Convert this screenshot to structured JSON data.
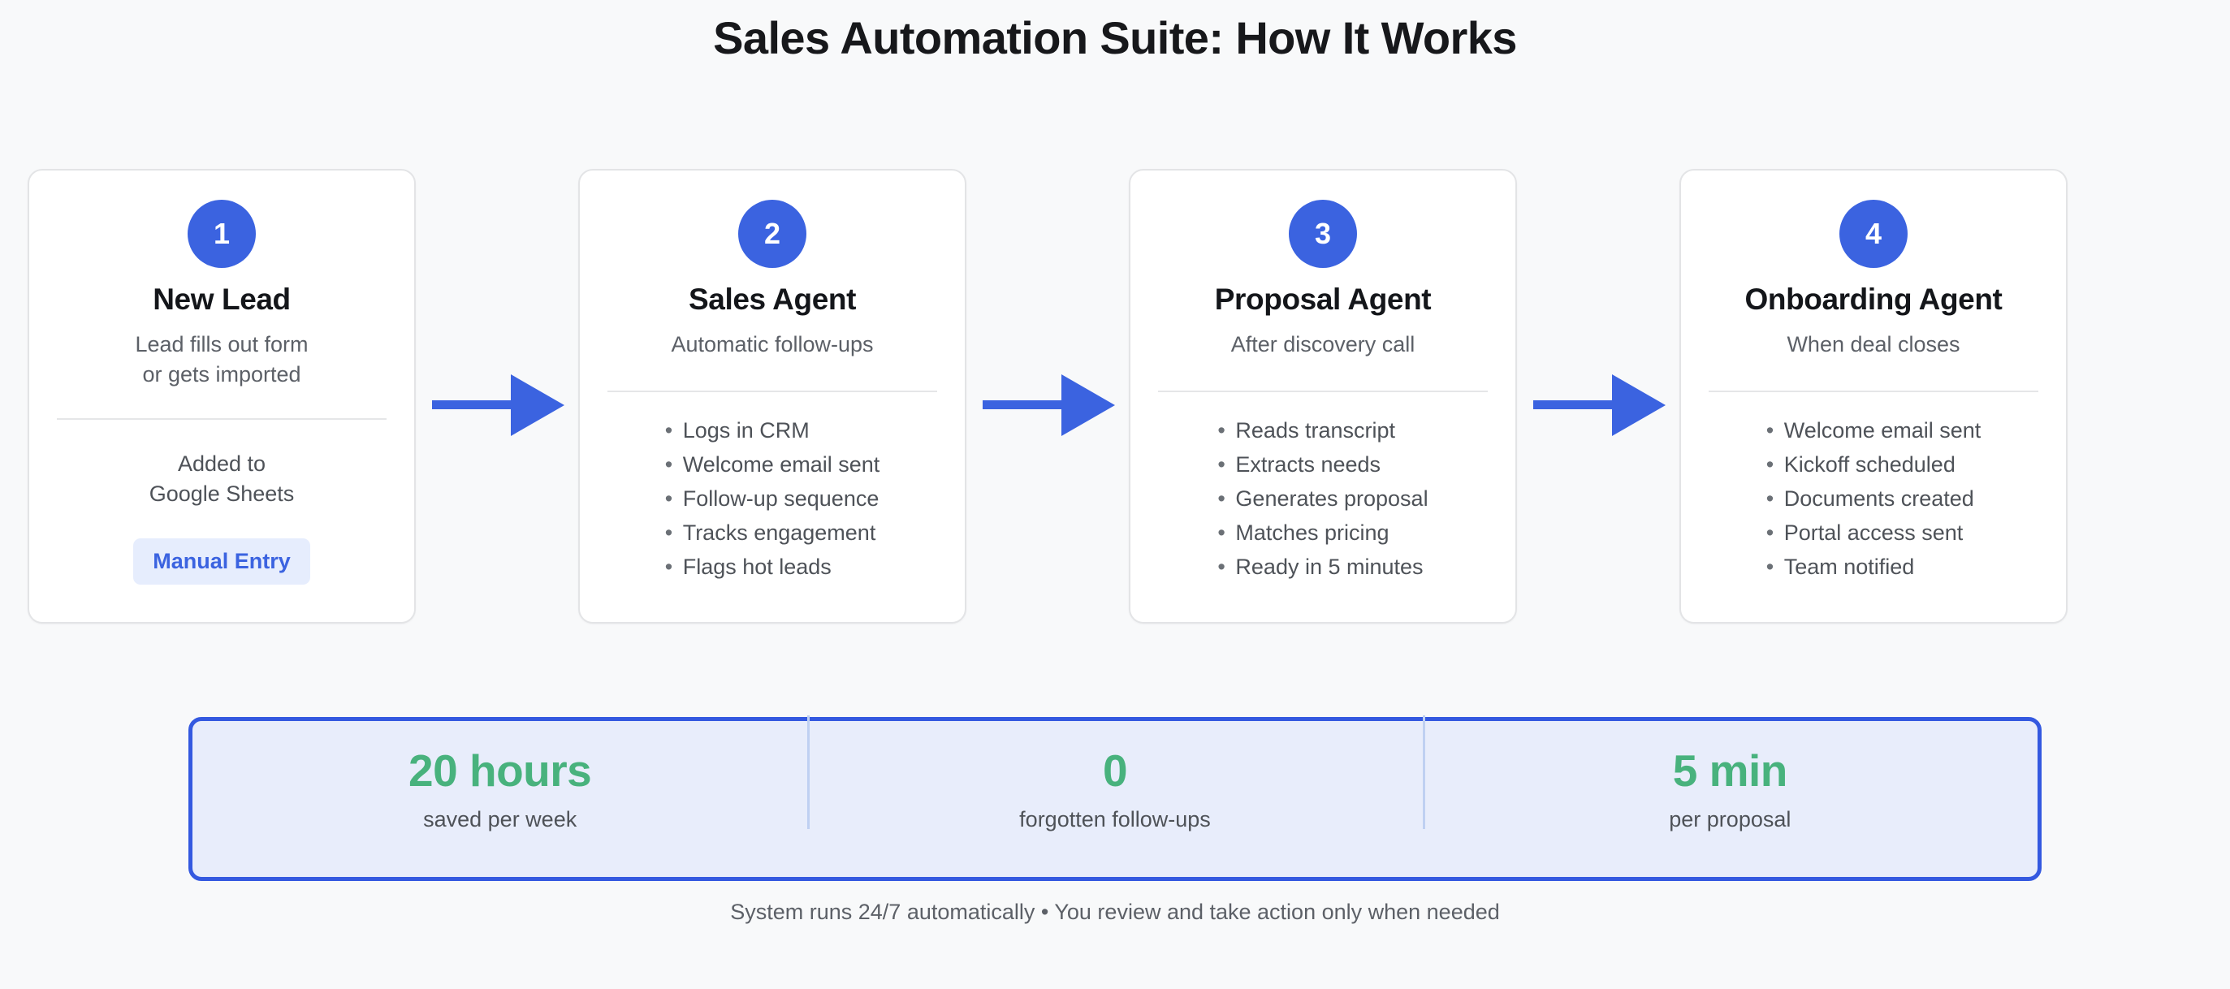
{
  "title": "Sales Automation Suite: How It Works",
  "colors": {
    "accent_blue": "#3b63e0",
    "stat_green": "#48b27d",
    "page_background": "#f8f9fa",
    "card_background": "#ffffff",
    "stats_bar_fill": "#e8edfb",
    "stats_bar_border": "#3459e0",
    "pill_background": "#e6edfd"
  },
  "steps": [
    {
      "number": "1",
      "title": "New Lead",
      "subtitle_lines": [
        "Lead fills out form",
        "or gets imported"
      ],
      "extra_lines": [
        "Added to",
        "Google Sheets"
      ],
      "pill_label": "Manual Entry",
      "bullets": []
    },
    {
      "number": "2",
      "title": "Sales Agent",
      "subtitle_lines": [
        "Automatic follow-ups"
      ],
      "bullets": [
        "Logs in CRM",
        "Welcome email sent",
        "Follow-up sequence",
        "Tracks engagement",
        "Flags hot leads"
      ]
    },
    {
      "number": "3",
      "title": "Proposal Agent",
      "subtitle_lines": [
        "After discovery call"
      ],
      "bullets": [
        "Reads transcript",
        "Extracts needs",
        "Generates proposal",
        "Matches pricing",
        "Ready in 5 minutes"
      ]
    },
    {
      "number": "4",
      "title": "Onboarding Agent",
      "subtitle_lines": [
        "When deal closes"
      ],
      "bullets": [
        "Welcome email sent",
        "Kickoff scheduled",
        "Documents created",
        "Portal access sent",
        "Team notified"
      ]
    }
  ],
  "stats": [
    {
      "value": "20 hours",
      "label": "saved per week"
    },
    {
      "value": "0",
      "label": "forgotten follow-ups"
    },
    {
      "value": "5 min",
      "label": "per proposal"
    }
  ],
  "footer_note": "System runs 24/7 automatically • You review and take action only when needed"
}
